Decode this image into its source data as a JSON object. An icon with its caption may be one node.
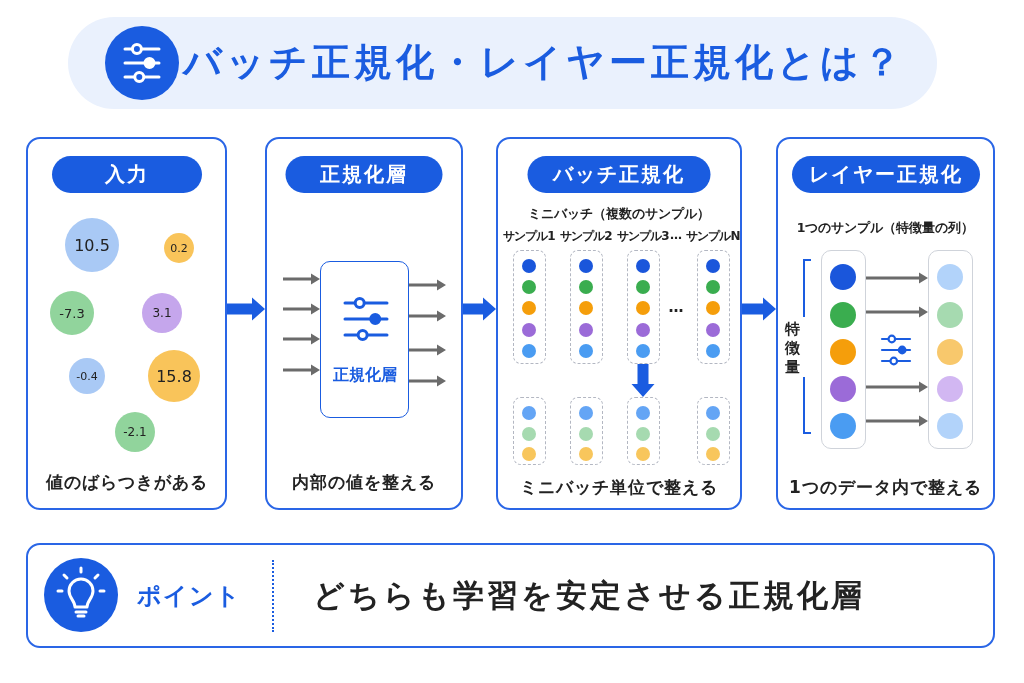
{
  "diagram": {
    "title": "バッチ正規化・レイヤー正規化とは？",
    "nodes": [
      {
        "text": [
          "入力",
          "値のばらつきがある"
        ]
      },
      {
        "text": [
          "10.5"
        ],
        "in": 0
      },
      {
        "text": [
          "0.2"
        ],
        "in": 0
      },
      {
        "text": [
          "-7.3"
        ],
        "in": 0
      },
      {
        "text": [
          "3.1"
        ],
        "in": 0
      },
      {
        "text": [
          "-0.4"
        ],
        "in": 0
      },
      {
        "text": [
          "15.8"
        ],
        "in": 0
      },
      {
        "text": [
          "-2.1"
        ],
        "in": 0
      },
      {
        "text": [
          "正規化層",
          "内部の値を整える"
        ]
      },
      {
        "text": [
          "正規化層"
        ],
        "in": 8
      },
      {
        "text": [
          "バッチ正規化",
          "ミニバッチ（複数のサンプル）",
          "ミニバッチ単位で整える"
        ]
      },
      {
        "text": [
          "サンプル1"
        ],
        "in": 10
      },
      {
        "text": [
          "サンプル2"
        ],
        "in": 10
      },
      {
        "text": [
          "サンプル3"
        ],
        "in": 10
      },
      {
        "text": [
          "サンプルN"
        ],
        "in": 10
      },
      {
        "text": [],
        "shape": "box",
        "in": 10
      },
      {
        "text": [],
        "shape": "box",
        "in": 10
      },
      {
        "text": [],
        "shape": "box",
        "in": 10
      },
      {
        "text": [],
        "shape": "box",
        "in": 10
      },
      {
        "text": [
          "レイヤー正規化",
          "1つのサンプル（特徴量の列）",
          "1つのデータ内で整える"
        ]
      },
      {
        "text": [],
        "shape": "box",
        "in": 19
      },
      {
        "text": [],
        "shape": "box",
        "in": 19
      },
      {
        "text": [
          "ポイント",
          "どちらも学習を安定させる正規化層"
        ]
      }
    ],
    "edges": [
      {
        "from": 0,
        "to": 8,
        "arrow": "to",
        "style": "thick",
        "color": "#1a5ce0"
      },
      {
        "from": 8,
        "to": 10,
        "arrow": "to",
        "style": "thick",
        "color": "#1a5ce0"
      },
      {
        "from": 10,
        "to": 19,
        "arrow": "to",
        "style": "thick",
        "color": "#1a5ce0"
      },
      {
        "from": null,
        "to": 9,
        "arrow": "to"
      },
      {
        "from": null,
        "to": 9,
        "arrow": "to"
      },
      {
        "from": null,
        "to": 9,
        "arrow": "to"
      },
      {
        "from": null,
        "to": 9,
        "arrow": "to"
      },
      {
        "from": 9,
        "to": null,
        "arrow": "to"
      },
      {
        "from": 9,
        "to": null,
        "arrow": "to"
      },
      {
        "from": 9,
        "to": null,
        "arrow": "to"
      },
      {
        "from": 9,
        "to": null,
        "arrow": "to"
      },
      {
        "from": 20,
        "to": 21,
        "arrow": "to"
      },
      {
        "from": 20,
        "to": 21,
        "arrow": "to"
      },
      {
        "from": 20,
        "to": 21,
        "arrow": "to"
      },
      {
        "from": 20,
        "to": 21,
        "arrow": "to"
      },
      {
        "from": 13,
        "to": 17,
        "arrow": "to",
        "style": "thick",
        "color": "#1a5ce0"
      }
    ],
    "labels": [
      "…",
      "…",
      "特徴量"
    ]
  }
}
